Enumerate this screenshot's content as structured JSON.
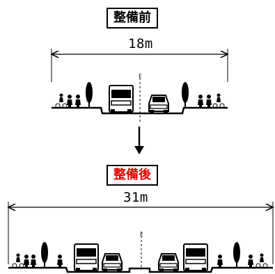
{
  "before": {
    "label": "整備前",
    "width_text": "18m"
  },
  "after": {
    "label": "整備後",
    "width_text": "31m",
    "label_color": "#e00000"
  },
  "icons": {
    "centerline_marker": "ℓ"
  }
}
